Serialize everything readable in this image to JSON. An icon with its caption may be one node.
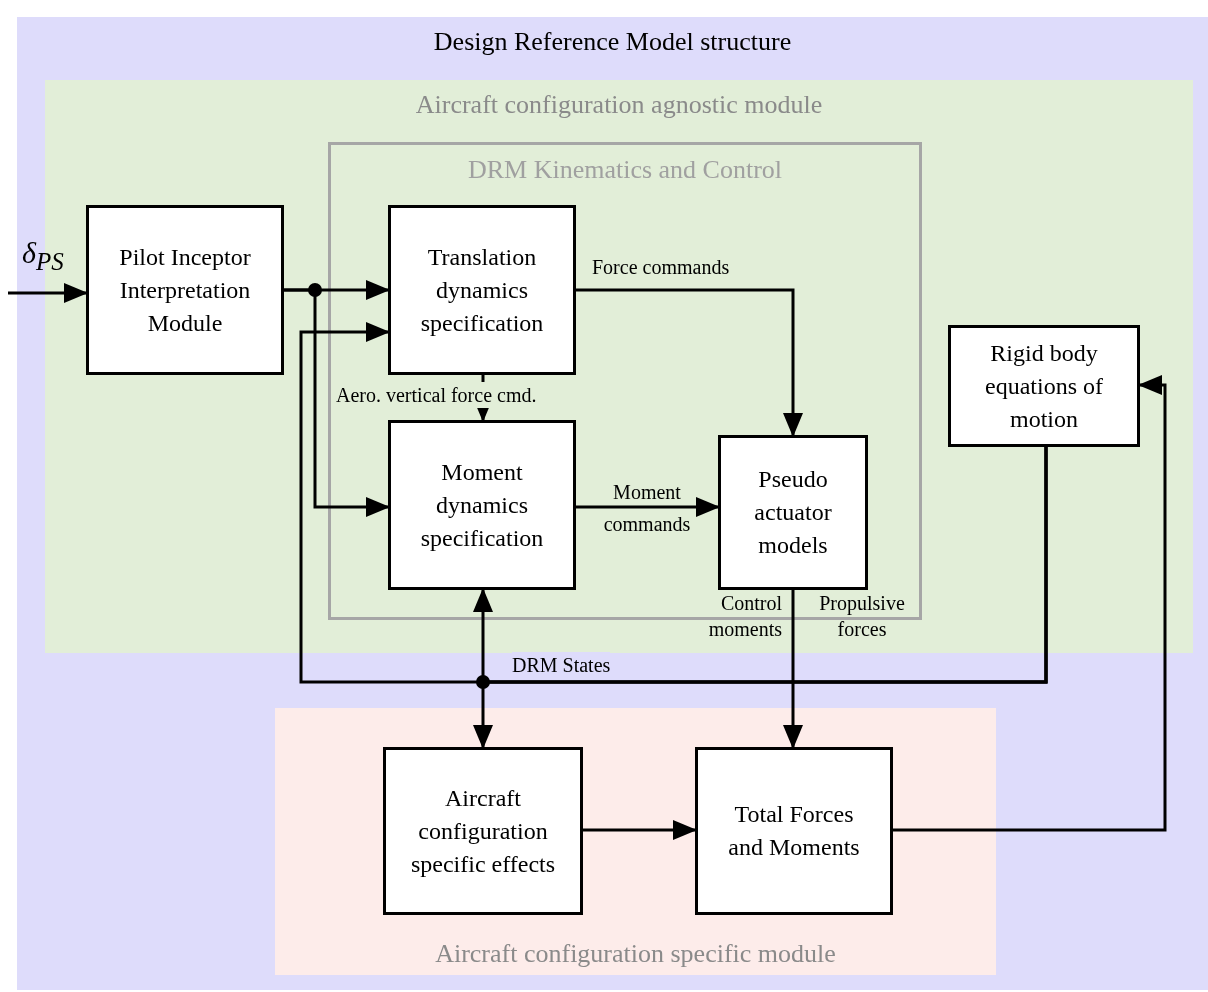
{
  "diagram": {
    "nodes": [
      {
        "text": [
          "Design Reference Model structure"
        ]
      },
      {
        "text": [
          "Aircraft configuration agnostic module"
        ],
        "in": 0
      },
      {
        "text": [
          "DRM Kinematics and Control"
        ],
        "in": 1
      },
      {
        "text": [
          "Pilot Inceptor Interpretation Module"
        ],
        "in": 1
      },
      {
        "text": [
          "Translation dynamics specification"
        ],
        "in": 2
      },
      {
        "text": [
          "Moment dynamics specification"
        ],
        "in": 2
      },
      {
        "text": [
          "Pseudo actuator models"
        ],
        "in": 2
      },
      {
        "text": [
          "Rigid body equations of motion"
        ],
        "in": 1
      },
      {
        "text": [
          "Aircraft configuration specific module"
        ],
        "in": 0
      },
      {
        "text": [
          "Aircraft configuration specific effects"
        ],
        "in": 8
      },
      {
        "text": [
          "Total Forces and Moments"
        ],
        "in": 8
      }
    ],
    "edges": [
      {
        "from": null,
        "to": 3,
        "arrow": "to",
        "label": "δ$_{PS}$"
      },
      {
        "from": 3,
        "to": 4,
        "arrow": "to"
      },
      {
        "from": 3,
        "to": 5,
        "arrow": "to"
      },
      {
        "from": 4,
        "to": 5,
        "arrow": "to",
        "label": "Aero. vertical force cmd."
      },
      {
        "from": 4,
        "to": 6,
        "arrow": "to",
        "label": "Force commands"
      },
      {
        "from": 5,
        "to": 6,
        "arrow": "to",
        "label": "Moment commands"
      },
      {
        "from": 7,
        "to": 4,
        "arrow": "to",
        "label": "DRM States"
      },
      {
        "from": 7,
        "to": 5,
        "arrow": "to"
      },
      {
        "from": 7,
        "to": 9,
        "arrow": "to"
      },
      {
        "from": 6,
        "to": 10,
        "arrow": "to",
        "label": "Control moments"
      },
      {
        "from": 9,
        "to": 10,
        "arrow": "to"
      },
      {
        "from": 10,
        "to": 7,
        "arrow": "to"
      }
    ],
    "labels": [
      "Propulsive forces"
    ]
  }
}
